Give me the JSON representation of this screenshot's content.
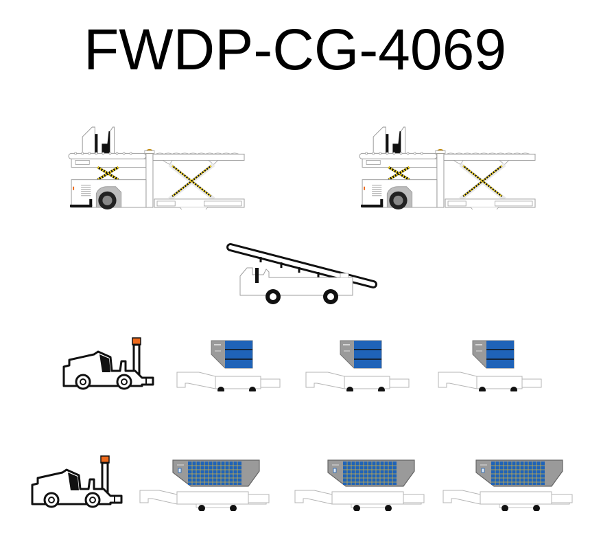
{
  "title": "FWDP-CG-4069",
  "colors": {
    "outline": "#9e9e9e",
    "black": "#111111",
    "hazard_yellow": "#f2d21e",
    "beacon_amber": "#f2a900",
    "beacon_orange": "#ee6a1c",
    "container_blue": "#1f63b8",
    "container_gray": "#9a9a9a",
    "grid_yellow": "#d9b340"
  },
  "items": [
    {
      "label": "Cargo loader (left)",
      "icon": "cargo-loader-icon"
    },
    {
      "label": "Cargo loader (right)",
      "icon": "cargo-loader-icon"
    },
    {
      "label": "Belt loader",
      "icon": "belt-loader-icon"
    },
    {
      "label": "Tug tractor (row 1)",
      "icon": "tug-tractor-icon"
    },
    {
      "label": "LD3 container dolly 1",
      "icon": "ld3-dolly-icon"
    },
    {
      "label": "LD3 container dolly 2",
      "icon": "ld3-dolly-icon"
    },
    {
      "label": "LD3 container dolly 3",
      "icon": "ld3-dolly-icon"
    },
    {
      "label": "Tug tractor (row 2)",
      "icon": "tug-tractor-icon"
    },
    {
      "label": "Pallet dolly 1",
      "icon": "pallet-dolly-icon"
    },
    {
      "label": "Pallet dolly 2",
      "icon": "pallet-dolly-icon"
    },
    {
      "label": "Pallet dolly 3",
      "icon": "pallet-dolly-icon"
    }
  ]
}
